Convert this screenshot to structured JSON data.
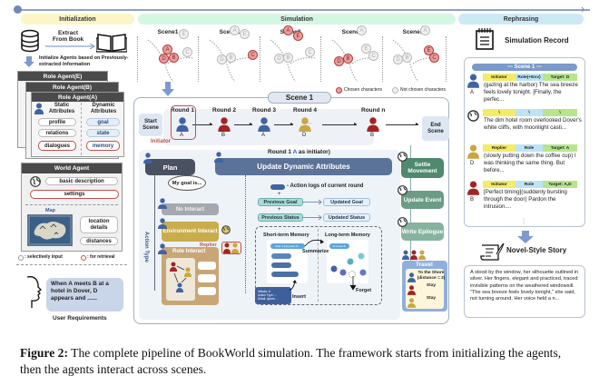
{
  "phases": {
    "initialization": "Initialization",
    "simulation": "Simulation",
    "rephrasing": "Rephrasing"
  },
  "init": {
    "extract_label": "Extract\nFrom Book",
    "init_agents_label": "Initialize Agents based on Previously-extracted Information",
    "role_agents": [
      "Role Agent(E)",
      "Role Agent(B)",
      "Role Agent(A)"
    ],
    "static_title": "Static Attributes",
    "dynamic_title": "Dynamic Attributes",
    "static_attrs": [
      "profile",
      "relations",
      "dialogues"
    ],
    "dynamic_attrs": [
      "goal",
      "state",
      "memory"
    ],
    "world_agent": {
      "title": "World Agent",
      "basic_description": "basic description",
      "settings": "settings",
      "map_label": "Map",
      "location_details": "location details",
      "distances": "distances"
    },
    "legend": {
      "selective": ": selectively input",
      "retrieval": ": for retrieval"
    },
    "user_request": "When A meets B at a hotel in Dover, D appears and ......",
    "user_requirements_label": "User Requirements"
  },
  "scenes": {
    "items": [
      {
        "label": "Scene1",
        "chosen": [
          "A",
          "B",
          "D"
        ],
        "others": [
          "E",
          "C"
        ]
      },
      {
        "label": "Scene2",
        "chosen": [
          "C"
        ],
        "others": [
          "A",
          "E",
          "D",
          "B"
        ]
      },
      {
        "label": "Scene3",
        "chosen": [
          "A",
          "E"
        ],
        "others": [
          "D",
          "B",
          "C"
        ]
      },
      {
        "label": "Scene4",
        "chosen": [
          "D",
          "B"
        ],
        "others": [
          "A",
          "E",
          "C"
        ]
      },
      {
        "label": "Scene5",
        "chosen": [
          "E",
          "C"
        ],
        "others": [
          "A",
          "D",
          "B"
        ]
      }
    ],
    "legend_chosen": "Chosen characters",
    "legend_not_chosen": "Not chosen characters"
  },
  "scene1": {
    "title": "Scene 1",
    "start": "Start Scene",
    "end": "End Scene",
    "initiator": "Initiator",
    "rounds": [
      {
        "label": "Round 1",
        "agent": "A",
        "color": "#3f63a3"
      },
      {
        "label": "Round 2",
        "agent": "B",
        "color": "#a32424"
      },
      {
        "label": "Round 3",
        "agent": "A",
        "color": "#3f63a3"
      },
      {
        "label": "Round 4",
        "agent": "D",
        "color": "#c9a640"
      },
      {
        "label": "Round n",
        "agent": "B",
        "color": "#a32424"
      }
    ],
    "ellipsis": "......",
    "plan": "Plan",
    "goal_bubble": "My goal is...",
    "action_type": "Action Type",
    "no_interact": "No Interact",
    "env_interact": "Environment Interact",
    "role_interact": "Role Interact",
    "replier": "Replier",
    "round1_header": "Round 1",
    "round1_as": "(A as initiator)",
    "round1_as_agent": "A",
    "update_dynamic": "Update Dynamic Attributes",
    "action_logs": "- Action logs of current round",
    "previous_goal": "Previous Goal",
    "updated_goal": "Updated Goal",
    "previous_status": "Previous Status",
    "updated_status": "Updated Status",
    "short_term": "Short-term Memory",
    "long_term": "Long-term Memory",
    "summarize": "Summarize",
    "insert": "Insert",
    "forget": "Forget",
    "stm_chip": "After a long wait, B...",
    "ltm_chip": "D meets B.",
    "log_card": "Initiator: A\nAction Type: ...\nDetail: Ignore...",
    "settle": "Settle Movement",
    "update_event": "Update Event",
    "write_epilogue": "Write Epilogue",
    "travel": {
      "title": "Travel",
      "rows": [
        {
          "agent_color": "#3f63a3",
          "text": "To the Shore (distance = 2)"
        },
        {
          "agent_color": "#a32424",
          "text": "Stay"
        },
        {
          "agent_color": "#c9a640",
          "text": "Stay"
        }
      ]
    }
  },
  "record": {
    "title": "Simulation Record",
    "scene_header": "--- Scene 1 ---",
    "entries": [
      {
        "agent": "A",
        "kind": "person",
        "color": "#3f63a3",
        "tags": [
          "Initiator",
          "Role(+Env)",
          "Target: D"
        ],
        "text": "(gazing at the harbor) The sea breeze feels lovely tonight. [Finally, the perfec..."
      },
      {
        "agent": "",
        "kind": "globe",
        "color": "#444",
        "tags": [
          "\\",
          "\\",
          "\\"
        ],
        "text": "The dim hotel room overlooked Dover's white cliffs, with moonlight casti..."
      },
      {
        "agent": "D",
        "kind": "person",
        "color": "#c9a640",
        "tags": [
          "Replier",
          "Role",
          "Target: A"
        ],
        "text": "(slowly putting down the coffee cup) I was thinking the same thing. But before..."
      },
      {
        "agent": "B",
        "kind": "person",
        "color": "#a32424",
        "tags": [
          "Initiator",
          "Role",
          "Target: A,D"
        ],
        "text": "[Perfect timing](suddenly bursting through the door) Pardon the intrusion...."
      }
    ],
    "more": "⋮"
  },
  "story": {
    "title": "Novel-Style Story",
    "text": "A stood by the window, her silhouette outlined in silver. Her fingers, elegant and practiced, traced invisible patterns on the weathered windowsill. \"The sea breeze feels lovely tonight,\" she said, not turning around. Her voice held a n..."
  },
  "caption": {
    "label": "Figure 2:",
    "text": " The complete pipeline of BookWorld simulation. The framework starts from initializing the agents, then the agents interact across scenes."
  },
  "colors": {
    "init_phase": "#fbf5c8",
    "sim_phase": "#d6f6e4",
    "reph_phase": "#cde9f6",
    "agent_A": "#3f63a3",
    "agent_B": "#a32424",
    "agent_D": "#c9a640",
    "chosen": "#e6a0a0",
    "settle": "#4f8a6e",
    "update_event": "#6a9c86",
    "write_epilogue": "#86b3a0",
    "travel": "#8fb0dd"
  }
}
